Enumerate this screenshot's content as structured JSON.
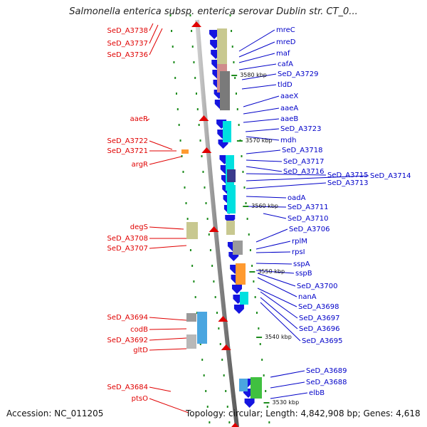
{
  "title": "Salmonella enterica subsp. enterica serovar Dublin str. CT_0...",
  "footer": {
    "accession": "Accession: NC_011205",
    "topology": "Topology: circular; Length: 4,842,908 bp; Genes: 4,618"
  },
  "colors": {
    "left_label": "#e00000",
    "right_label": "#0000c8",
    "backbone": "#8a8a8a",
    "forward_arrow": "#1515e0",
    "reverse_arrow": "#e00000"
  },
  "scale_marks": [
    "3580 kbp",
    "3570 kbp",
    "3560 kbp",
    "3550 kbp",
    "3540 kbp",
    "3530 kbp"
  ],
  "left_labels": [
    "SeD_A3738",
    "SeD_A3737",
    "SeD_A3736",
    "aaeR",
    "SeD_A3722",
    "SeD_A3721",
    "argR",
    "degS",
    "SeD_A3708",
    "SeD_A3707",
    "SeD_A3694",
    "codB",
    "SeD_A3692",
    "gltD",
    "SeD_A3684",
    "ptsO"
  ],
  "right_labels": [
    "mreC",
    "mreD",
    "maf",
    "cafA",
    "SeD_A3729",
    "tldD",
    "aaeX",
    "aaeA",
    "aaeB",
    "SeD_A3723",
    "mdh",
    "SeD_A3718",
    "SeD_A3717",
    "SeD_A3716",
    "SeD_A3715",
    "SeD_A3714",
    "SeD_A3713",
    "oadA",
    "SeD_A3711",
    "SeD_A3710",
    "SeD_A3706",
    "rplM",
    "rpsI",
    "sspA",
    "sspB",
    "SeD_A3700",
    "nanA",
    "SeD_A3698",
    "SeD_A3697",
    "SeD_A3696",
    "SeD_A3695",
    "SeD_A3689",
    "SeD_A3688",
    "elbB"
  ]
}
